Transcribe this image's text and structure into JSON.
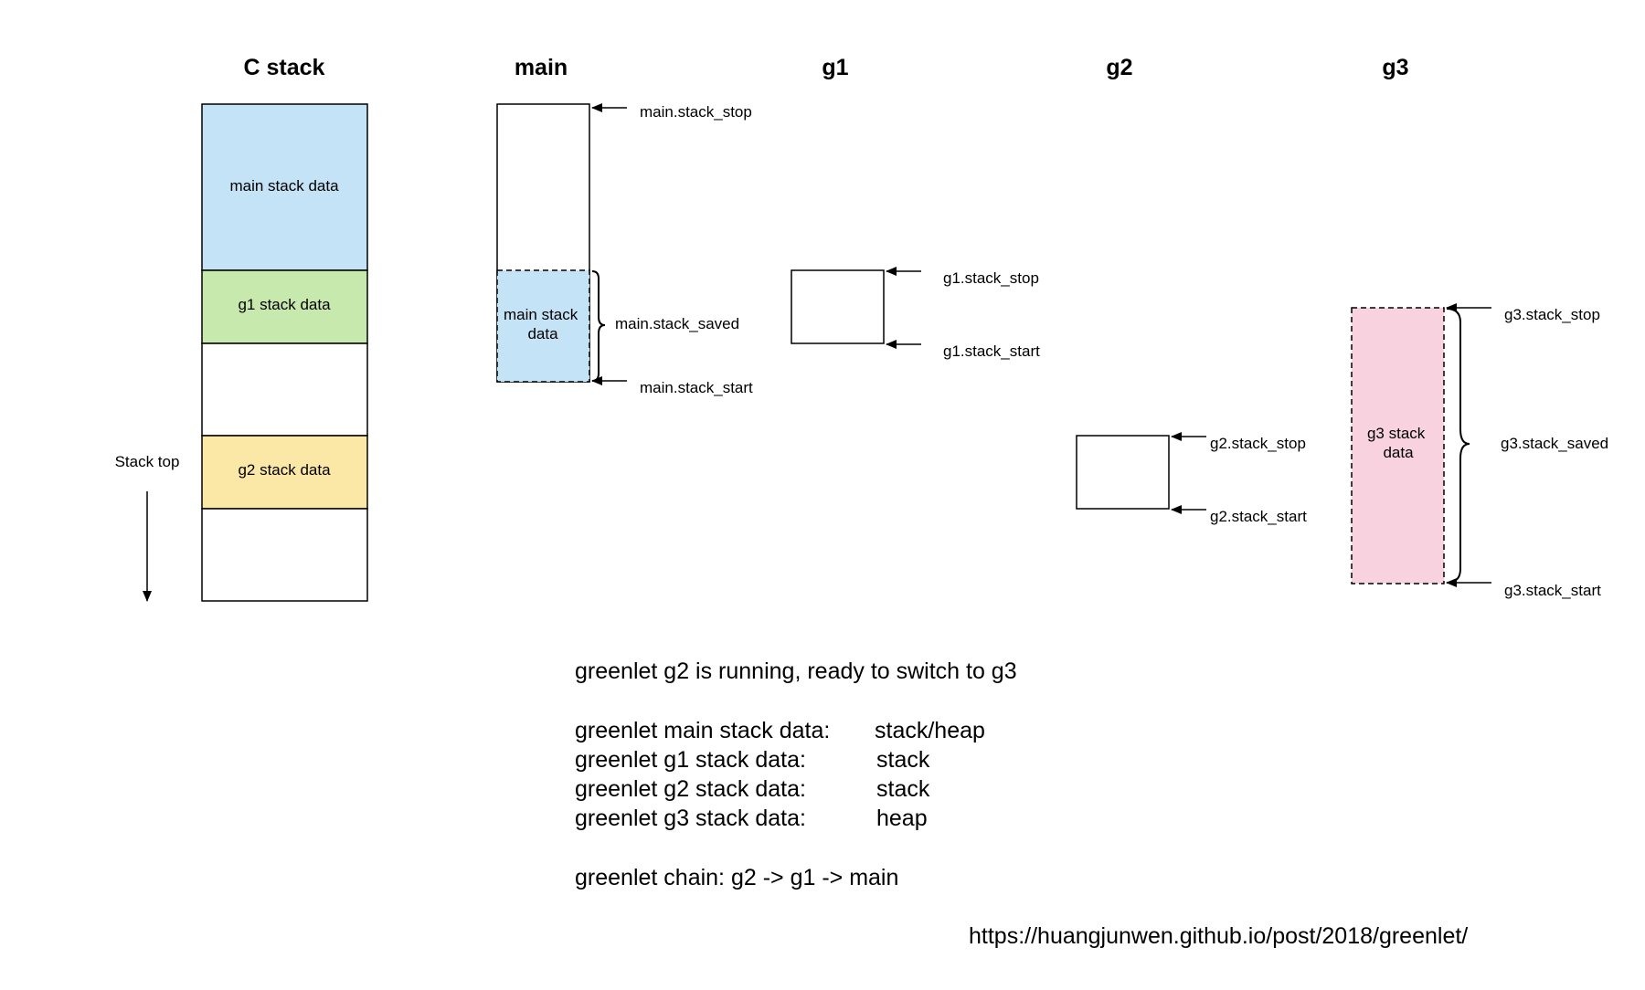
{
  "headers": {
    "c_stack": "C stack",
    "main": "main",
    "g1": "g1",
    "g2": "g2",
    "g3": "g3"
  },
  "c_stack": {
    "segments": [
      {
        "label": "main stack data",
        "color": "#c5e3f6"
      },
      {
        "label": "g1 stack data",
        "color": "#c8e9ad"
      },
      {
        "label": "",
        "color": "#ffffff"
      },
      {
        "label": "g2 stack data",
        "color": "#fbe8a6"
      },
      {
        "label": "",
        "color": "#ffffff"
      }
    ],
    "stack_top_label": "Stack top"
  },
  "main": {
    "saved_line1": "main stack",
    "saved_line2": "data",
    "saved_color": "#c5e3f6",
    "stack_stop": "main.stack_stop",
    "stack_saved": "main.stack_saved",
    "stack_start": "main.stack_start"
  },
  "g1": {
    "stack_stop": "g1.stack_stop",
    "stack_start": "g1.stack_start"
  },
  "g2": {
    "stack_stop": "g2.stack_stop",
    "stack_start": "g2.stack_start"
  },
  "g3": {
    "saved_line1": "g3 stack",
    "saved_line2": "data",
    "saved_color": "#f8d2de",
    "stack_stop": "g3.stack_stop",
    "stack_saved": "g3.stack_saved",
    "stack_start": "g3.stack_start"
  },
  "info": {
    "status": "greenlet g2 is running, ready to switch to g3",
    "rows": [
      {
        "label": "greenlet main stack data:",
        "value": "stack/heap"
      },
      {
        "label": "greenlet g1 stack data:",
        "value": "stack"
      },
      {
        "label": "greenlet g2 stack data:",
        "value": "stack"
      },
      {
        "label": "greenlet g3 stack data:",
        "value": "heap"
      }
    ],
    "chain": "greenlet chain: g2 -> g1 -> main",
    "url": "https://huangjunwen.github.io/post/2018/greenlet/"
  }
}
